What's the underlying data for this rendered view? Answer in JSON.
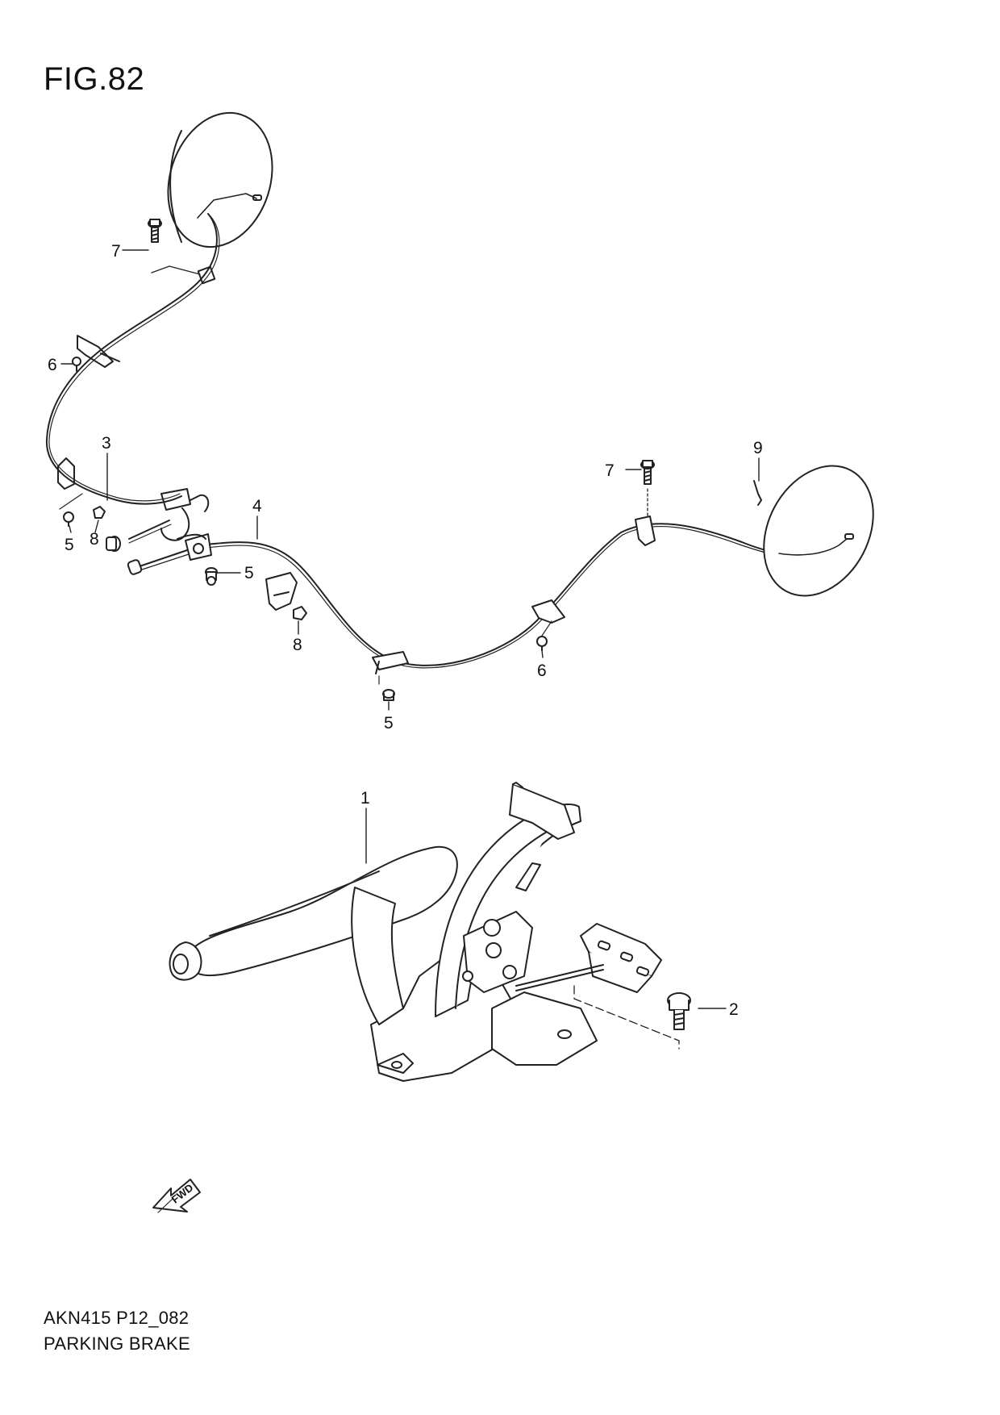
{
  "figure": {
    "title": "FIG.82"
  },
  "callouts": {
    "part_1": "1",
    "part_2": "2",
    "part_3": "3",
    "part_4": "4",
    "part_5": "5",
    "part_6": "6",
    "part_7": "7",
    "part_8": "8",
    "part_9": "9"
  },
  "fwd_arrow": {
    "label": "FWD",
    "icon": "fwd-arrow-icon"
  },
  "footer": {
    "code": "AKN415 P12_082",
    "name": "PARKING BRAKE"
  }
}
